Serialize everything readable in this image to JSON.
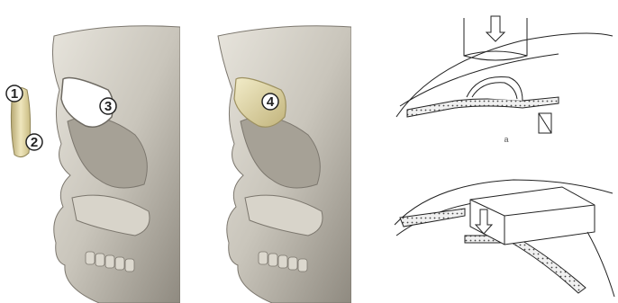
{
  "figure": {
    "panels": [
      {
        "id": "skull-before",
        "callouts": [
          "1",
          "2",
          "3"
        ]
      },
      {
        "id": "skull-after",
        "callouts": [
          "4"
        ]
      },
      {
        "id": "cranioplasty-sketch",
        "labels": [
          "a"
        ]
      }
    ]
  },
  "colors": {
    "bone": "#c9c5bb",
    "bone_shadow": "#8f8a80",
    "implant": "#e6dcae",
    "implant_edge": "#b7a973",
    "ink": "#222222",
    "hatch_fill": "#f0f0f0"
  },
  "icons": [
    "down-arrow-icon"
  ]
}
